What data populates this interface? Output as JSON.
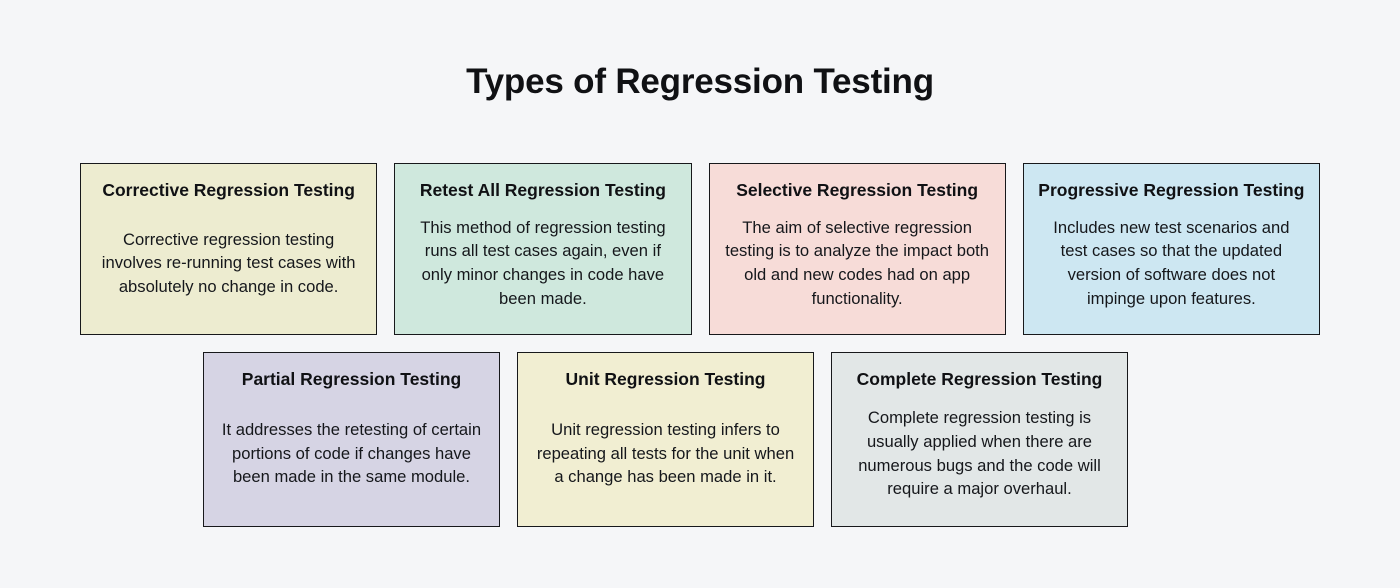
{
  "page": {
    "title": "Types of Regression Testing",
    "background_color": "#f5f6f8",
    "text_color": "#14161a",
    "border_color": "#17181b"
  },
  "diagram": {
    "type": "card-grid",
    "rows": [
      {
        "name": "row-top",
        "cards": [
          {
            "title": "Corrective Regression Testing",
            "body": "Corrective regression testing involves re-running test cases with absolutely no change in code.",
            "fill": "#edecd0"
          },
          {
            "title": "Retest All Regression Testing",
            "body": "This method of regression testing runs all test cases again, even if only minor changes in code have been made.",
            "fill": "#cfe8dd"
          },
          {
            "title": "Selective Regression Testing",
            "body": "The aim of selective regression testing is to analyze the impact both old and new codes had on app functionality.",
            "fill": "#f7dcd8"
          },
          {
            "title": "Progressive Regression Testing",
            "body": "Includes new test scenarios and test cases so that the updated version of software does not impinge upon features.",
            "fill": "#cde7f2"
          }
        ]
      },
      {
        "name": "row-bottom",
        "cards": [
          {
            "title": "Partial Regression Testing",
            "body": "It addresses the retesting of certain portions of code if changes have been made in the same module.",
            "fill": "#d6d4e4"
          },
          {
            "title": "Unit Regression Testing",
            "body": "Unit regression testing infers to repeating all tests for the unit when a change has been made in it.",
            "fill": "#f1eed2"
          },
          {
            "title": "Complete Regression Testing",
            "body": "Complete regression testing is usually applied when there are numerous bugs and the code will require a major overhaul.",
            "fill": "#e2e7e7"
          }
        ]
      }
    ]
  }
}
